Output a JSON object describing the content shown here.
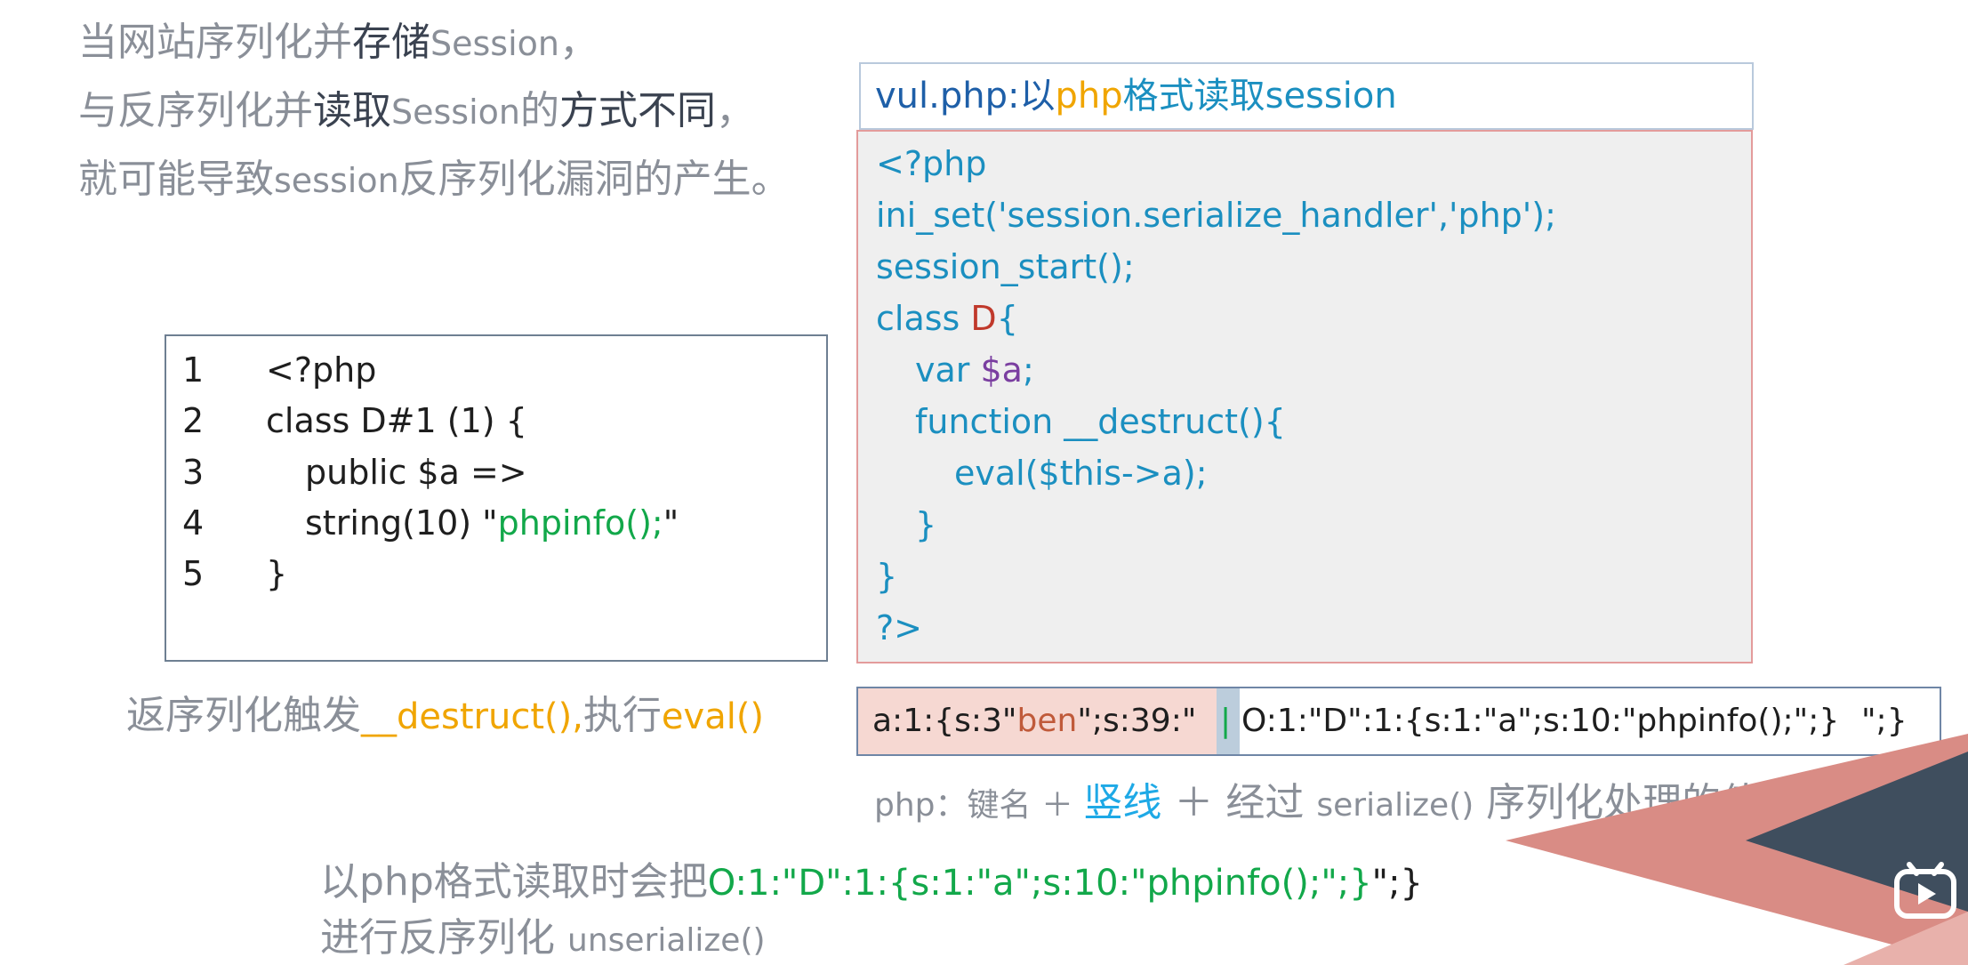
{
  "intro": {
    "line1": {
      "a": "当网站序列化并",
      "b": "存储",
      "c": "Session",
      "d": "，"
    },
    "line2": {
      "a": "与反序列化并",
      "b": "读取",
      "c": "Session",
      "d": "的",
      "e": "方式不同",
      "f": "，"
    },
    "line3": {
      "a": "就可能导致",
      "b": "session",
      "c": "反序列化漏洞的产生。"
    }
  },
  "left_code": {
    "lines": [
      {
        "num": "1",
        "text": "<?php"
      },
      {
        "num": "2",
        "text": "class D#1 (1) {"
      },
      {
        "num": "3",
        "text": "public $a =>"
      },
      {
        "num": "4",
        "pre": "string(10) \"",
        "green": "phpinfo();",
        "post": "\""
      },
      {
        "num": "5",
        "text": "}"
      }
    ]
  },
  "vul": {
    "header": {
      "a": "vul.php:",
      "b": "以",
      "c": "php",
      "d": "格式读取",
      "e": "session"
    },
    "code": {
      "l1": "<?php",
      "l2": "ini_set('session.serialize_handler','php');",
      "l3": "session_start();",
      "l4a": "class ",
      "l4b": "D",
      "l4c": "{",
      "l5a": "var ",
      "l5b": "$a",
      "l5c": ";",
      "l6": "function __destruct(){",
      "l7": "eval($this->a);",
      "l8": "}",
      "l9": "}",
      "l10": "?>"
    }
  },
  "destruct_note": {
    "a": "返序列化触发",
    "b": "__destruct(),",
    "c": "执行",
    "d": "eval()"
  },
  "serialized": {
    "p1": "a:1:{s:3\"",
    "p2": "ben",
    "p3": "\";s:39:\"",
    "pipe": "|",
    "p4": "O:1:\"D\":1:{s:1:\"a\";s:10:\"phpinfo();\";}",
    "p5": "\";}"
  },
  "php_format_note": {
    "a": "php：键名 ＋ ",
    "b": "竖线",
    "c": " ＋ 经过 ",
    "d": "serialize()",
    "e": " 序列化处理的值"
  },
  "bottom_note": {
    "line1": {
      "a": "以",
      "b": "php",
      "c": "格式读取时会把",
      "d": "O:1:\"D\":1:{s:1:\"a\";s:10:\"phpinfo();\";}",
      "e": "\";}"
    },
    "line2": {
      "a": "进行反序列化 ",
      "b": "unserialize()"
    }
  },
  "colors": {
    "accent_blue": "#1ea9e6",
    "code_teal": "#1b8fc0",
    "green": "#12a84a",
    "orange": "#f0a500",
    "decor_salmon": "#d98c85",
    "decor_slate": "#3f4e5e"
  },
  "icons": {
    "corner": "play-logo-icon"
  }
}
